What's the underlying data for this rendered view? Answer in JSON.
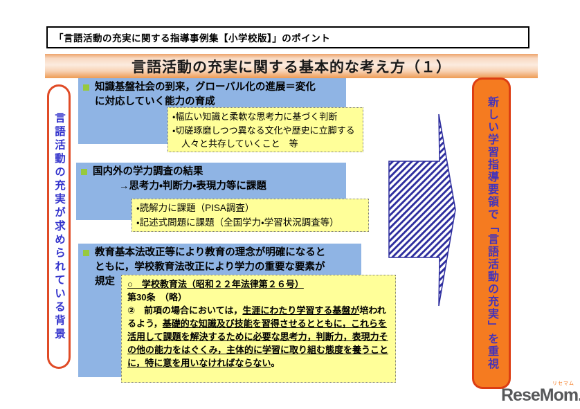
{
  "slide": {
    "kicker": "「言語活動の充実に関する指導事例集【小学校版】」のポイント",
    "title": "言語活動の充実に関する基本的な考え方（１）"
  },
  "left_label": "言語活動の充実が求められている背景",
  "right_label": "新しい学習指導要領で「言語活動の充実」を重視",
  "sections": [
    {
      "lines": [
        "知識基盤社会の到来，グローバル化の進展＝変化",
        "に対応していく能力の育成"
      ],
      "note": [
        "・幅広い知識と柔軟な思考力に基づく判断",
        "・切磋琢磨しつつ異なる文化や歴史に立脚する",
        "　人々と共存していくこと　等"
      ]
    },
    {
      "lines": [
        "国内外の学力調査の結果",
        "→思考力・判断力・表現力等に課題"
      ],
      "note": [
        "・読解力に課題（PISA調査）",
        "・記述式問題に課題（全国学力・学習状況調査等）"
      ]
    },
    {
      "lines": [
        "教育基本法改正等により教育の理念が明確になると",
        "ともに，学校教育法改正により学力の重要な要素が",
        "規定"
      ]
    }
  ],
  "law_box": {
    "title": "○　学校教育法（昭和２２年法律第２６号）",
    "article": "第30条　（略）",
    "p2_plain1": "②　前項の場合においては，",
    "p2_under1": "生涯にわたり学習する基盤が",
    "p2_plain2": "培われるよう，",
    "p2_under2": "基礎的な知識及び技能を習得させるとともに，これらを活用して課題を解決するために必要な思考力，判断力，表現力その他の能力をはぐくみ，主体的に学習に取り組む態度を養うことに，特に意を用いなければならない",
    "p2_end": "。"
  },
  "logo": {
    "text": "ReseMom.",
    "ruby": "リセマム"
  },
  "colors": {
    "box_blue": "#8FB4E4",
    "note_yellow": "#FFFF99",
    "bullet_green": "#97C93D",
    "panel_orange": "#F57B20",
    "accent_red": "#E04B26",
    "arrow_navy": "#2D2D9E",
    "left_text_blue": "#3333CC",
    "right_text_purple": "#4433BB"
  }
}
